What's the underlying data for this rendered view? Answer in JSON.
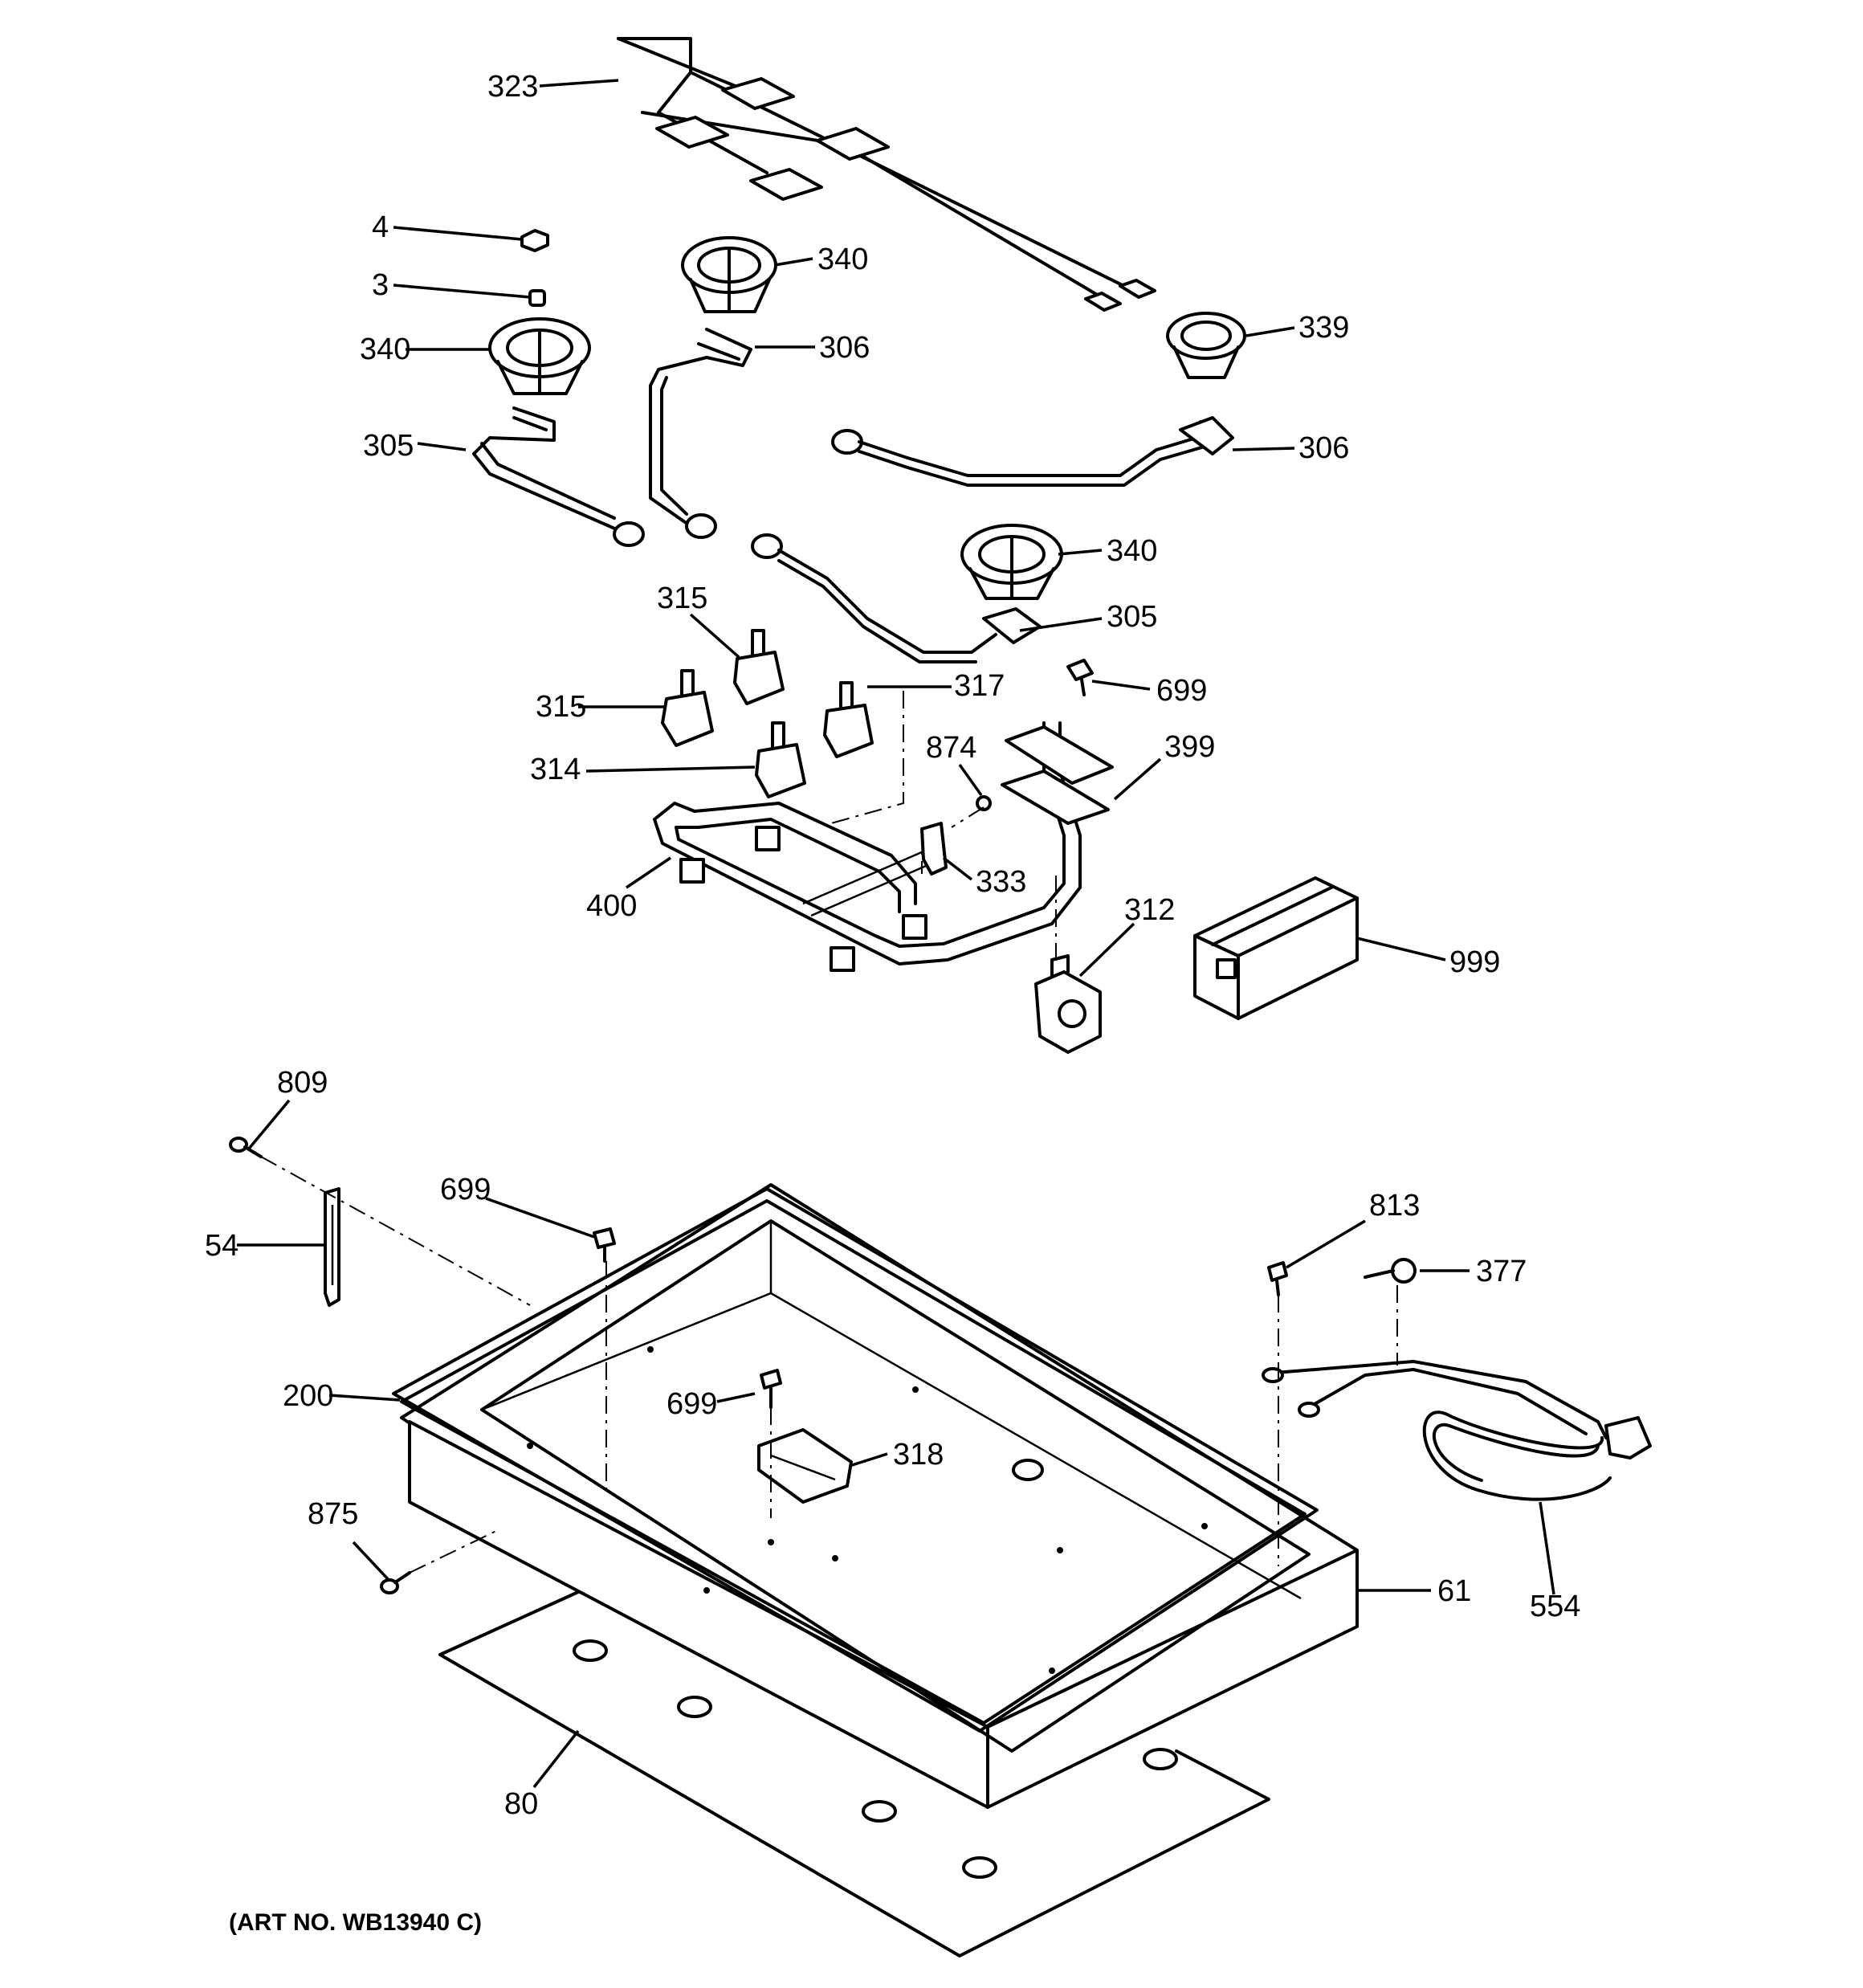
{
  "art_number": "(ART NO. WB13940 C)",
  "callouts": {
    "c323": "323",
    "c4": "4",
    "c3": "3",
    "c340a": "340",
    "c340b": "340",
    "c340c": "340",
    "c339": "339",
    "c306a": "306",
    "c306b": "306",
    "c305a": "305",
    "c305b": "305",
    "c315a": "315",
    "c315b": "315",
    "c317": "317",
    "c699a": "699",
    "c314": "314",
    "c874": "874",
    "c399": "399",
    "c400": "400",
    "c333": "333",
    "c312": "312",
    "c999": "999",
    "c809": "809",
    "c699b": "699",
    "c813": "813",
    "c377": "377",
    "c54": "54",
    "c200": "200",
    "c699c": "699",
    "c318": "318",
    "c875": "875",
    "c61": "61",
    "c554": "554",
    "c80": "80"
  }
}
